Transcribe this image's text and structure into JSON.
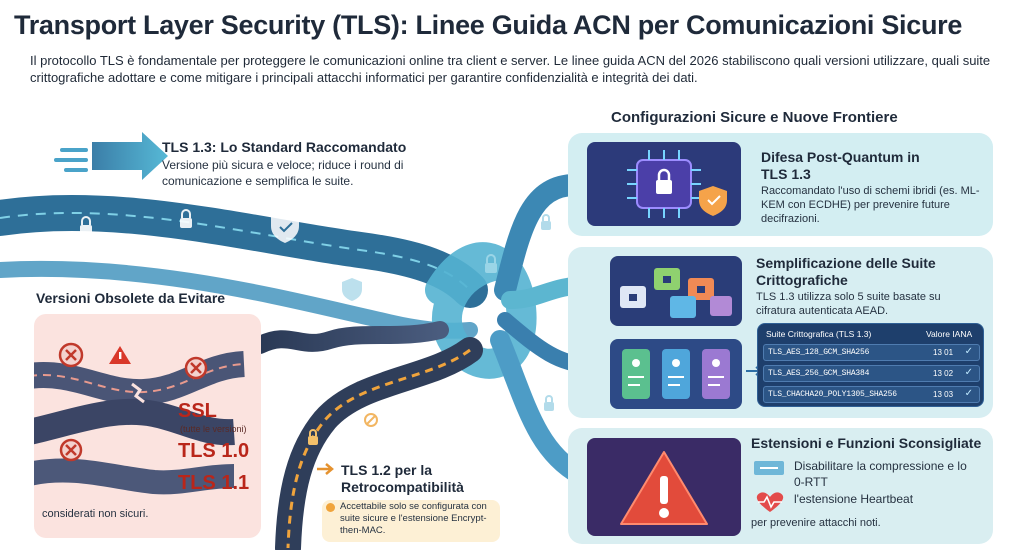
{
  "header": {
    "title": "Transport Layer Security (TLS): Linee Guida ACN per Comunicazioni Sicure",
    "subtitle": "Il protocollo TLS è fondamentale per proteggere le comunicazioni online tra client e server. Le linee guida ACN del 2026 stabiliscono quali versioni utilizzare, quali suite crittografiche adottare e come mitigare i principali attacchi informatici per garantire confidenzialità e integrità dei dati."
  },
  "tls13": {
    "heading": "TLS 1.3: Lo Standard Raccomandato",
    "text": "Versione più sicura e veloce; riduce i round di comunicazione e semplifica le suite."
  },
  "secure_section": {
    "heading": "Configurazioni Sicure e Nuove Frontiere"
  },
  "post_quantum": {
    "heading": "Difesa Post-Quantum in TLS 1.3",
    "text": "Raccomandato l'uso di schemi ibridi (es. ML-KEM con ECDHE) per prevenire future decifrazioni."
  },
  "suites": {
    "heading": "Semplificazione delle Suite Crittografiche",
    "text": "TLS 1.3 utilizza solo 5 suite basate su cifratura autenticata AEAD.",
    "table": {
      "col_name": "Suite Crittografica (TLS 1.3)",
      "col_value": "Valore IANA",
      "rows": [
        {
          "name": "TLS_AES_128_GCM_SHA256",
          "value": "13 01"
        },
        {
          "name": "TLS_AES_256_GCM_SHA384",
          "value": "13 02"
        },
        {
          "name": "TLS_CHACHA20_POLY1305_SHA256",
          "value": "13 03"
        }
      ]
    }
  },
  "extensions": {
    "heading": "Estensioni e Funzioni Sconsigliate",
    "item1": "Disabilitare la compressione e lo 0-RTT",
    "item2": "l'estensione Heartbeat",
    "footer": "per prevenire attacchi noti."
  },
  "obsolete": {
    "heading": "Versioni Obsolete da Evitare",
    "ssl": "SSL",
    "ssl_note": "(tutte le versioni)",
    "tls10": "TLS 1.0",
    "tls11": "TLS 1.1",
    "note": "considerati non sicuri."
  },
  "tls12": {
    "heading": "TLS 1.2 per la Retrocompatibilità",
    "text": "Accettabile solo se configurata con suite sicure e l'estensione Encrypt-then-MAC."
  },
  "colors": {
    "flow": "#2a8fc0",
    "flow_dark": "#2e3f5c",
    "danger": "#c0392b",
    "accent_orange": "#f0a43c"
  }
}
